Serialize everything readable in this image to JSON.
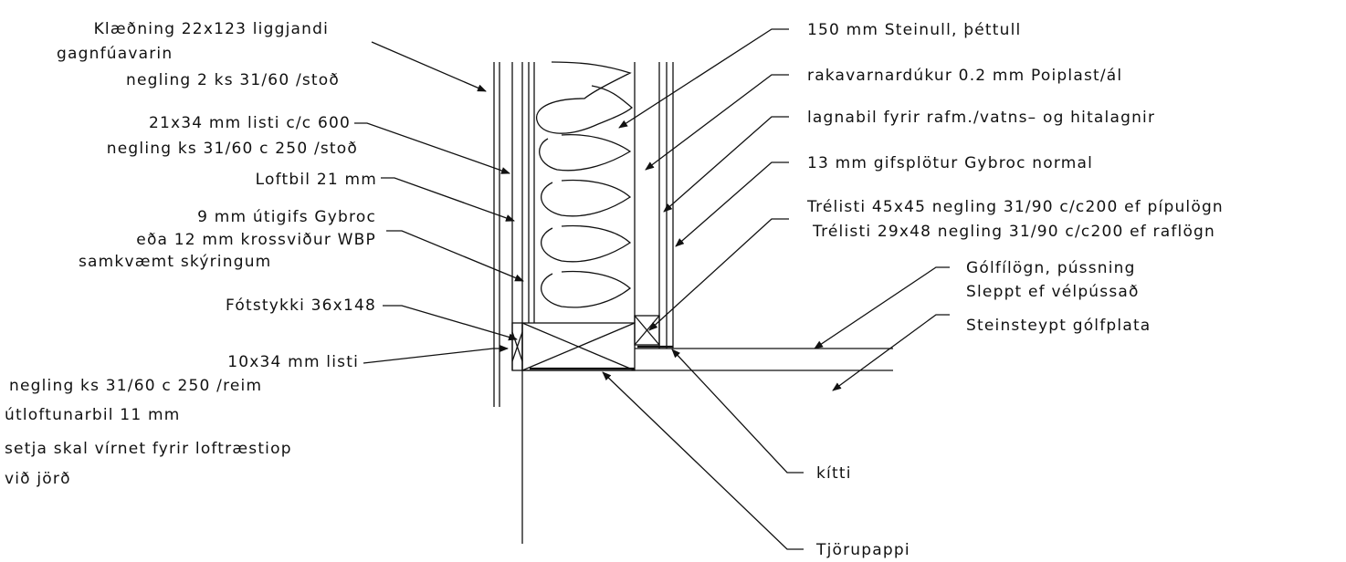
{
  "labels_left": [
    "Klæðning 22x123 liggjandi",
    "gagnfúavarin",
    "negling 2 ks 31/60 /stoð",
    "21x34 mm listi  c/c 600",
    "negling ks 31/60 c 250 /stoð",
    "Loftbil 21 mm",
    "9   mm útigifs Gybroc",
    "eða 12 mm krossviður WBP",
    "samkvæmt skýringum",
    "Fótstykki 36x148",
    "10x34 mm listi",
    "negling ks 31/60 c 250 /reim",
    "útloftunarbil 11 mm",
    "setja skal vírnet fyrir loftræstiop",
    "við jörð"
  ],
  "labels_right": [
    "150 mm Steinull, þéttull",
    "rakavarnardúkur 0.2 mm Poiplast/ál",
    "lagnabil fyrir rafm./vatns– og hitalagnir",
    "13 mm gifsplötur Gybroc normal",
    "Trélisti 45x45 negling 31/90 c/c200 ef pípulögn",
    "Trélisti 29x48 negling 31/90 c/c200 ef raflögn",
    "Gólfílögn, pússning",
    "Sleppt ef vélpússað",
    "Steinsteypt gólfplata",
    "kítti",
    "Tjörupappi"
  ]
}
